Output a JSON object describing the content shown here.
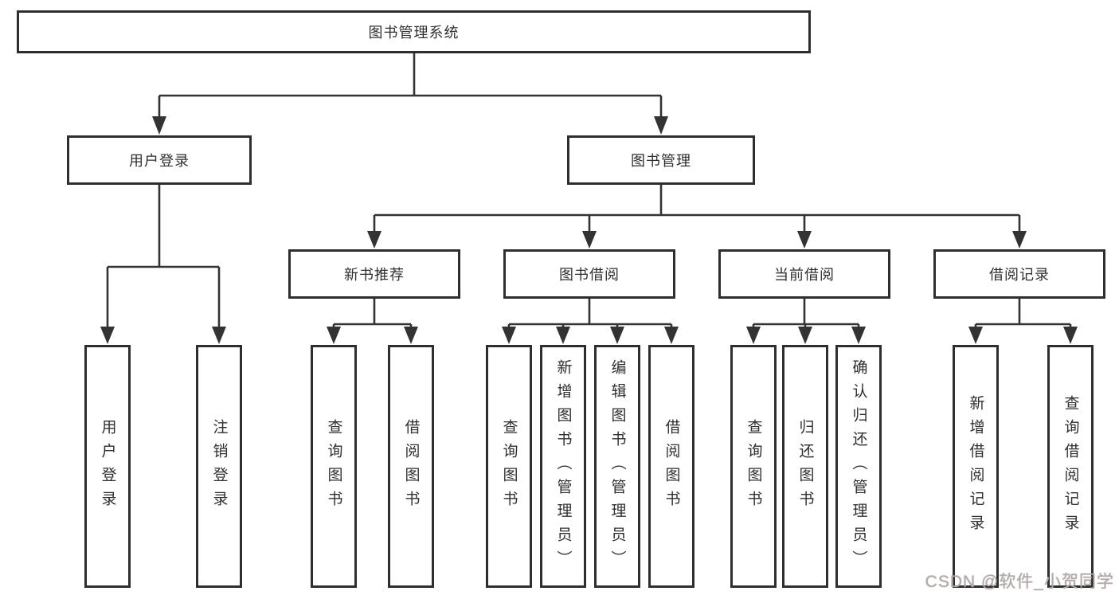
{
  "diagram": {
    "root": {
      "label": "图书管理系统"
    },
    "children": [
      {
        "label": "用户登录",
        "children": [
          {
            "label": "用户登录"
          },
          {
            "label": "注销登录"
          }
        ]
      },
      {
        "label": "图书管理",
        "children": [
          {
            "label": "新书推荐",
            "children": [
              {
                "label": "查询图书"
              },
              {
                "label": "借阅图书"
              }
            ]
          },
          {
            "label": "图书借阅",
            "children": [
              {
                "label": "查询图书"
              },
              {
                "label": "新增图书（管理员）"
              },
              {
                "label": "编辑图书（管理员）"
              },
              {
                "label": "借阅图书"
              }
            ]
          },
          {
            "label": "当前借阅",
            "children": [
              {
                "label": "查询图书"
              },
              {
                "label": "归还图书"
              },
              {
                "label": "确认归还（管理员）"
              }
            ]
          },
          {
            "label": "借阅记录",
            "children": [
              {
                "label": "新增借阅记录"
              },
              {
                "label": "查询借阅记录"
              }
            ]
          }
        ]
      }
    ]
  },
  "watermark": {
    "text": "CSDN @软件_小贺同学"
  },
  "colors": {
    "background": "#ffffff",
    "box_border": "#2e2e2e",
    "line": "#333333",
    "text": "#2f2f2f",
    "watermark": "#b5a9a9"
  }
}
